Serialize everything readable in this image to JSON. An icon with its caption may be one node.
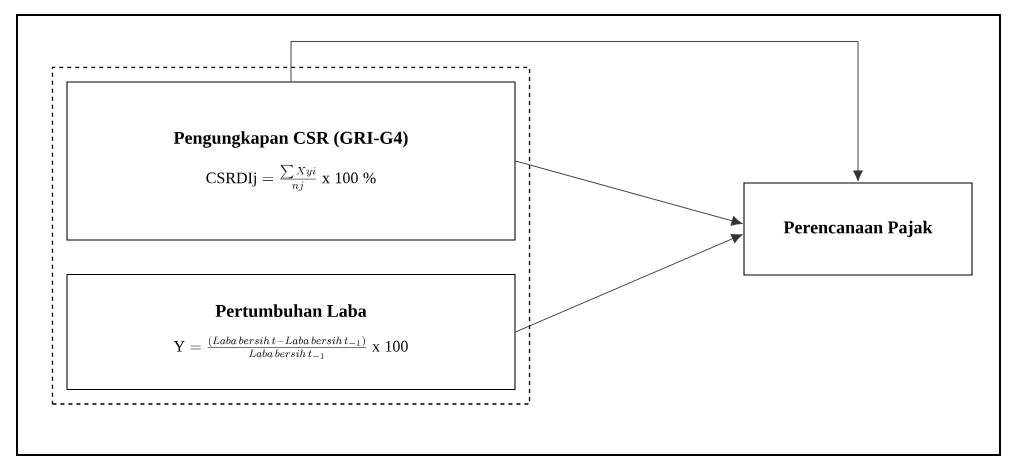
{
  "diagram": {
    "nodes": [
      {
        "text": [],
        "shape": "box"
      },
      {
        "text": [
          "Pengungkapan CSR (GRI-G4)",
          "\\mathrm{CSRDIj} = \\frac{\\sum Xyi}{nj}\\ \\mathrm{x\\ 100\\ \\%}"
        ],
        "in": 0
      },
      {
        "text": [
          "Pertumbuhan Laba",
          "\\mathrm{Y} = \\frac{(Laba\\,bersih\\,t - Laba\\,bersih\\,t_{-1})}{Laba\\,bersih\\,t_{-1}}\\ \\mathrm{x\\ 100}"
        ],
        "in": 0
      },
      {
        "text": [
          "Perencanaan Pajak"
        ]
      }
    ],
    "edges": [
      {
        "from": 1,
        "to": 3,
        "arrow": "to"
      },
      {
        "from": 1,
        "to": 3,
        "arrow": "to"
      },
      {
        "from": 2,
        "to": 3,
        "arrow": "to"
      }
    ]
  }
}
